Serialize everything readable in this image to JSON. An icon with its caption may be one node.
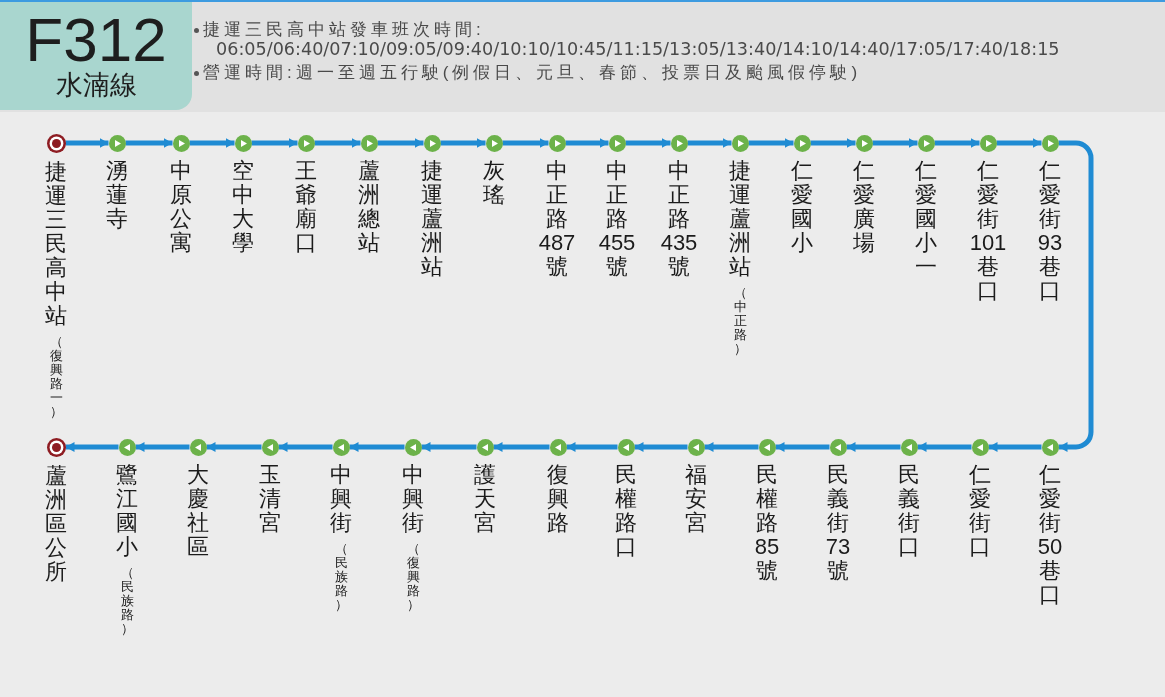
{
  "diagram": {
    "nodes": [
      {
        "text": [
          "捷運三民高中站發車班次時間:",
          "06:05/06:40/07:10/09:05/09:40/10:10/10:45/11:15/13:05/13:40/14:10/14:40/17:05/17:40/18:15",
          "營運時間:週一至週五行駛(例假日、元旦、春節、投票日及颱風假停駛)"
        ]
      },
      {
        "text": [
          "F312",
          "水湳線"
        ],
        "in": 0
      },
      {
        "text": [],
        "shape": "circle",
        "beside": [
          "捷運三民高中站",
          "（復興路一）"
        ]
      },
      {
        "text": [],
        "shape": "circle",
        "beside": [
          "湧蓮寺"
        ]
      },
      {
        "text": [],
        "shape": "circle",
        "beside": [
          "中原公寓"
        ]
      },
      {
        "text": [],
        "shape": "circle",
        "beside": [
          "空中大學"
        ]
      },
      {
        "text": [],
        "shape": "circle",
        "beside": [
          "王爺廟口"
        ]
      },
      {
        "text": [],
        "shape": "circle",
        "beside": [
          "蘆洲總站"
        ]
      },
      {
        "text": [],
        "shape": "circle",
        "beside": [
          "捷運蘆洲站"
        ]
      },
      {
        "text": [],
        "shape": "circle",
        "beside": [
          "灰瑤"
        ]
      },
      {
        "text": [],
        "shape": "circle",
        "beside": [
          "中正路487號"
        ]
      },
      {
        "text": [],
        "shape": "circle",
        "beside": [
          "中正路455號"
        ]
      },
      {
        "text": [],
        "shape": "circle",
        "beside": [
          "中正路435號"
        ]
      },
      {
        "text": [],
        "shape": "circle",
        "beside": [
          "捷運蘆洲站",
          "（中正路）"
        ]
      },
      {
        "text": [],
        "shape": "circle",
        "beside": [
          "仁愛國小"
        ]
      },
      {
        "text": [],
        "shape": "circle",
        "beside": [
          "仁愛廣場"
        ]
      },
      {
        "text": [],
        "shape": "circle",
        "beside": [
          "仁愛國小一"
        ]
      },
      {
        "text": [],
        "shape": "circle",
        "beside": [
          "仁愛街101巷口"
        ]
      },
      {
        "text": [],
        "shape": "circle",
        "beside": [
          "仁愛街93巷口"
        ]
      },
      {
        "text": [],
        "shape": "circle",
        "beside": [
          "仁愛街50巷口"
        ]
      },
      {
        "text": [],
        "shape": "circle",
        "beside": [
          "仁愛街口"
        ]
      },
      {
        "text": [],
        "shape": "circle",
        "beside": [
          "民義街口"
        ]
      },
      {
        "text": [],
        "shape": "circle",
        "beside": [
          "民義街73號"
        ]
      },
      {
        "text": [],
        "shape": "circle",
        "beside": [
          "民權路85號"
        ]
      },
      {
        "text": [],
        "shape": "circle",
        "beside": [
          "福安宮"
        ]
      },
      {
        "text": [],
        "shape": "circle",
        "beside": [
          "民權路口"
        ]
      },
      {
        "text": [],
        "shape": "circle",
        "beside": [
          "復興路"
        ]
      },
      {
        "text": [],
        "shape": "circle",
        "beside": [
          "護天宮"
        ]
      },
      {
        "text": [],
        "shape": "circle",
        "beside": [
          "中興街",
          "（復興路）"
        ]
      },
      {
        "text": [],
        "shape": "circle",
        "beside": [
          "中興街",
          "（民族路）"
        ]
      },
      {
        "text": [],
        "shape": "circle",
        "beside": [
          "玉清宮"
        ]
      },
      {
        "text": [],
        "shape": "circle",
        "beside": [
          "大慶社區"
        ]
      },
      {
        "text": [],
        "shape": "circle",
        "beside": [
          "鷺江國小",
          "（民族路）"
        ]
      },
      {
        "text": [],
        "shape": "circle",
        "beside": [
          "蘆洲區公所"
        ]
      }
    ],
    "edges": [
      {
        "from": 2,
        "to": 3,
        "arrow": "to"
      },
      {
        "from": 3,
        "to": 4,
        "arrow": "to"
      },
      {
        "from": 4,
        "to": 5,
        "arrow": "to"
      },
      {
        "from": 5,
        "to": 6,
        "arrow": "to"
      },
      {
        "from": 6,
        "to": 7,
        "arrow": "to"
      },
      {
        "from": 7,
        "to": 8,
        "arrow": "to"
      },
      {
        "from": 8,
        "to": 9,
        "arrow": "to"
      },
      {
        "from": 9,
        "to": 10,
        "arrow": "to"
      },
      {
        "from": 10,
        "to": 11,
        "arrow": "to"
      },
      {
        "from": 11,
        "to": 12,
        "arrow": "to"
      },
      {
        "from": 12,
        "to": 13,
        "arrow": "to"
      },
      {
        "from": 13,
        "to": 14,
        "arrow": "to"
      },
      {
        "from": 14,
        "to": 15,
        "arrow": "to"
      },
      {
        "from": 15,
        "to": 16,
        "arrow": "to"
      },
      {
        "from": 16,
        "to": 17,
        "arrow": "to"
      },
      {
        "from": 17,
        "to": 18,
        "arrow": "to"
      },
      {
        "from": 18,
        "to": 19,
        "arrow": "to"
      },
      {
        "from": 19,
        "to": 20,
        "arrow": "to"
      },
      {
        "from": 20,
        "to": 21,
        "arrow": "to"
      },
      {
        "from": 21,
        "to": 22,
        "arrow": "to"
      },
      {
        "from": 22,
        "to": 23,
        "arrow": "to"
      },
      {
        "from": 23,
        "to": 24,
        "arrow": "to"
      },
      {
        "from": 24,
        "to": 25,
        "arrow": "to"
      },
      {
        "from": 25,
        "to": 26,
        "arrow": "to"
      },
      {
        "from": 26,
        "to": 27,
        "arrow": "to"
      },
      {
        "from": 27,
        "to": 28,
        "arrow": "to"
      },
      {
        "from": 28,
        "to": 29,
        "arrow": "to"
      },
      {
        "from": 29,
        "to": 30,
        "arrow": "to"
      },
      {
        "from": 30,
        "to": 31,
        "arrow": "to"
      },
      {
        "from": 31,
        "to": 32,
        "arrow": "to"
      },
      {
        "from": 32,
        "to": 33,
        "arrow": "to"
      }
    ]
  }
}
